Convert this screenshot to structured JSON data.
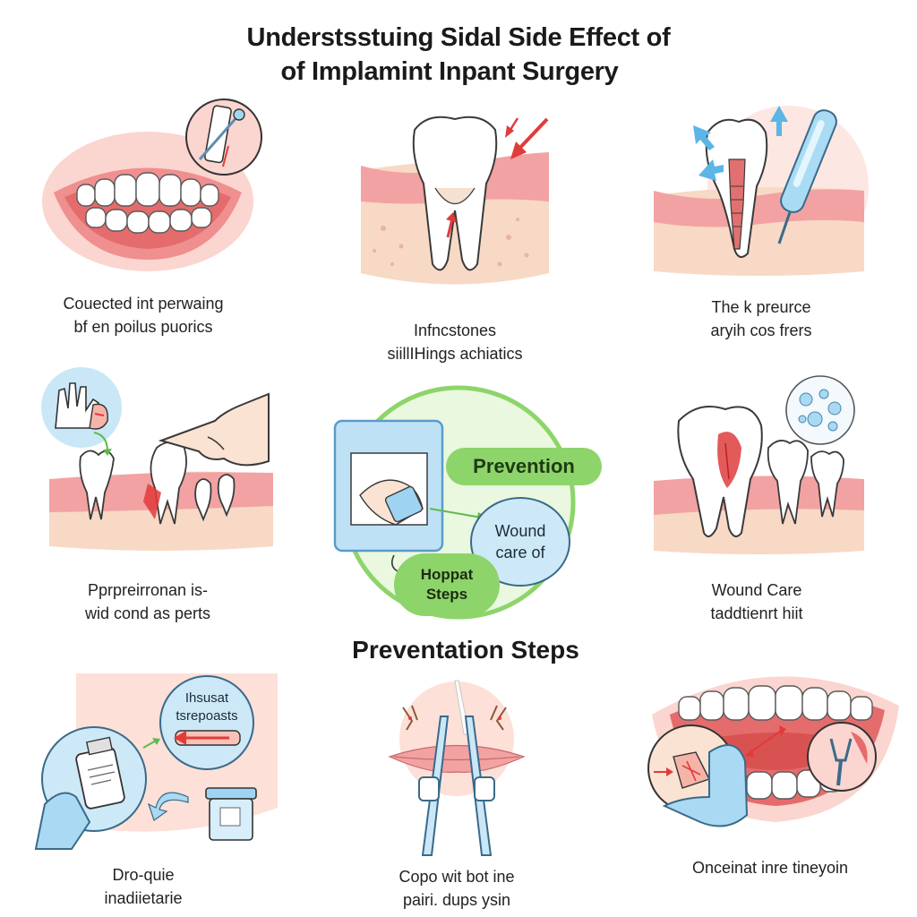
{
  "title": {
    "line1": "Understsstuing Sidal Side Effect of",
    "line2": "of Implamint Inpant Surgery"
  },
  "panels": {
    "top_left": {
      "line1": "Couected int perwaing",
      "line2": "bf en poilus puorics"
    },
    "top_center": {
      "line1": "Infncstones",
      "line2": "siillIHings achiatics"
    },
    "top_right": {
      "line1": "The k preurce",
      "line2": "aryih cos frers"
    },
    "mid_left": {
      "line1": "Pprpreirronan is-",
      "line2": "wid cond as perts"
    },
    "mid_right": {
      "line1": "Wound Care",
      "line2": "taddtienrt hiit"
    },
    "bottom_left": {
      "line1": "Dro-quie",
      "line2": "inadiietarie"
    },
    "bottom_center": {
      "line1": "Copo wit bot ine",
      "line2": "pairi. dups ysin"
    },
    "bottom_right": {
      "line1": "Onceinat inre tineyoin"
    }
  },
  "center": {
    "prevention_label": "Prevention",
    "wound_line1": "Wound",
    "wound_line2": "care of",
    "hoppot_line1": "Hoppat",
    "hoppot_line2": "Steps"
  },
  "section_heading": "Preventation Steps",
  "inset_label": {
    "line1": "Ihsusat",
    "line2": "tsrepoasts"
  },
  "colors": {
    "gum": "#f2a2a2",
    "gum_light": "#fbd5cf",
    "bone": "#f7d9c6",
    "tooth": "#ffffff",
    "accent_red": "#e23b3b",
    "accent_blue": "#7cc6ee",
    "accent_green": "#8dd46a",
    "green_light": "#e6f7d8"
  },
  "icons": [
    "mirror-icon",
    "red-arrow-icon",
    "blue-arrow-icon",
    "syringe-icon",
    "pointing-hand-icon",
    "bubbles-icon",
    "gauze-icon",
    "bottle-icon",
    "jar-icon",
    "tweezers-icon",
    "glove-icon"
  ]
}
